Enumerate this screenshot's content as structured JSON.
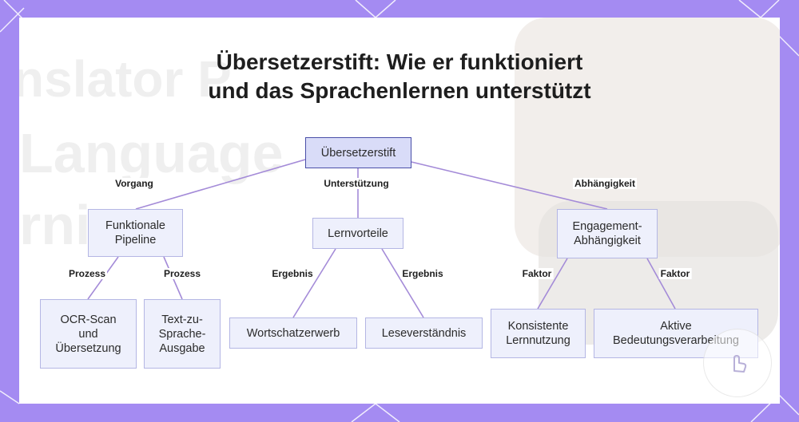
{
  "title": {
    "line1": "Übersetzerstift: Wie er funktioniert",
    "line2": "und das Sprachenlernen unterstützt"
  },
  "background_text": [
    "nslator P",
    "Language",
    "rnin"
  ],
  "colors": {
    "frame": "#a48bf2",
    "node_fill": "#eef0fc",
    "node_border": "#b4b6e4",
    "root_fill": "#d9dcf8",
    "root_border": "#4a4fa8",
    "edge": "#a48bd8"
  },
  "nodes": {
    "root": "Übersetzerstift",
    "pipeline": "Funktionale\nPipeline",
    "benefits": "Lernvorteile",
    "engagement": "Engagement-\nAbhängigkeit",
    "ocr": "OCR-Scan\nund\nÜbersetzung",
    "tts": "Text-zu-\nSprache-\nAusgabe",
    "vocab": "Wortschatzerwerb",
    "reading": "Leseverständnis",
    "consistent": "Konsistente\nLernnutzung",
    "active": "Aktive\nBedeutungsverarbeitung"
  },
  "edge_labels": {
    "vorgang": "Vorgang",
    "unterstuetzung": "Unterstützung",
    "abhaengigkeit": "Abhängigkeit",
    "prozess_1": "Prozess",
    "prozess_2": "Prozess",
    "ergebnis_1": "Ergebnis",
    "ergebnis_2": "Ergebnis",
    "faktor_1": "Faktor",
    "faktor_2": "Faktor"
  },
  "watermark_icon": "cursor-hand-icon"
}
